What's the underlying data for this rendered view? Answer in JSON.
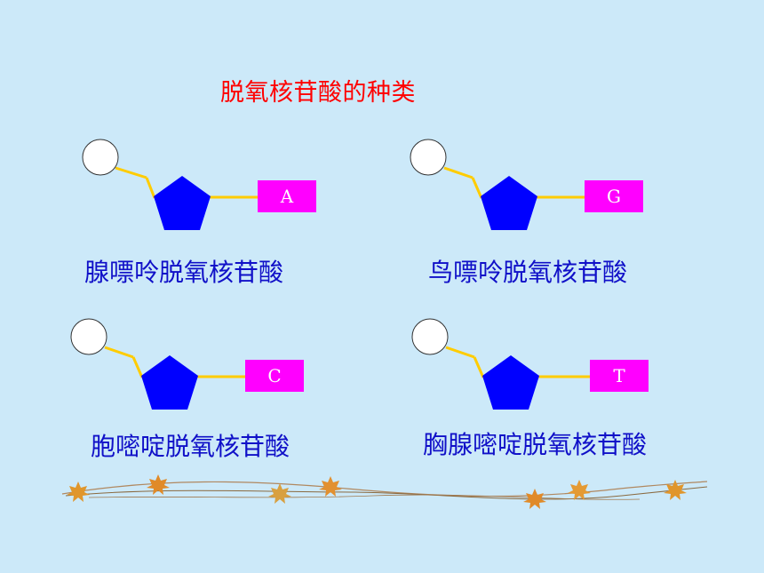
{
  "title": "脱氧核苷酸的种类",
  "nucleotides": [
    {
      "base": "A",
      "name": "腺嘌呤脱氧核苷酸"
    },
    {
      "base": "G",
      "name": "鸟嘌呤脱氧核苷酸"
    },
    {
      "base": "C",
      "name": "胞嘧啶脱氧核苷酸"
    },
    {
      "base": "T",
      "name": "胸腺嘧啶脱氧核苷酸"
    }
  ],
  "colors": {
    "phosphate_fill": "#ffffff",
    "sugar_fill": "#0000ff",
    "base_fill": "#ff00ff",
    "bond": "#ffcc00",
    "name_text": "#1010c8",
    "title_text": "#ff0000",
    "background": "#cce9f9"
  },
  "icons": {
    "phosphate": "circle",
    "sugar": "pentagon",
    "base": "rectangle",
    "decoration": "maple-leaf-garland"
  }
}
